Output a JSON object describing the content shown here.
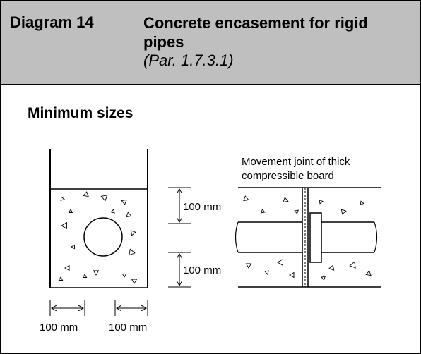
{
  "header": {
    "diagram_number": "Diagram 14",
    "title": "Concrete encasement for rigid pipes",
    "reference": "(Par. 1.7.3.1)"
  },
  "subtitle": "Minimum sizes",
  "labels": {
    "movement_joint_line1": "Movement joint of thick",
    "movement_joint_line2": "compressible board",
    "dim_top": "100 mm",
    "dim_bottom": "100 mm",
    "dim_left": "100 mm",
    "dim_right": "100 mm"
  },
  "colors": {
    "header_bg": "#bfbfbf",
    "line": "#000000"
  }
}
